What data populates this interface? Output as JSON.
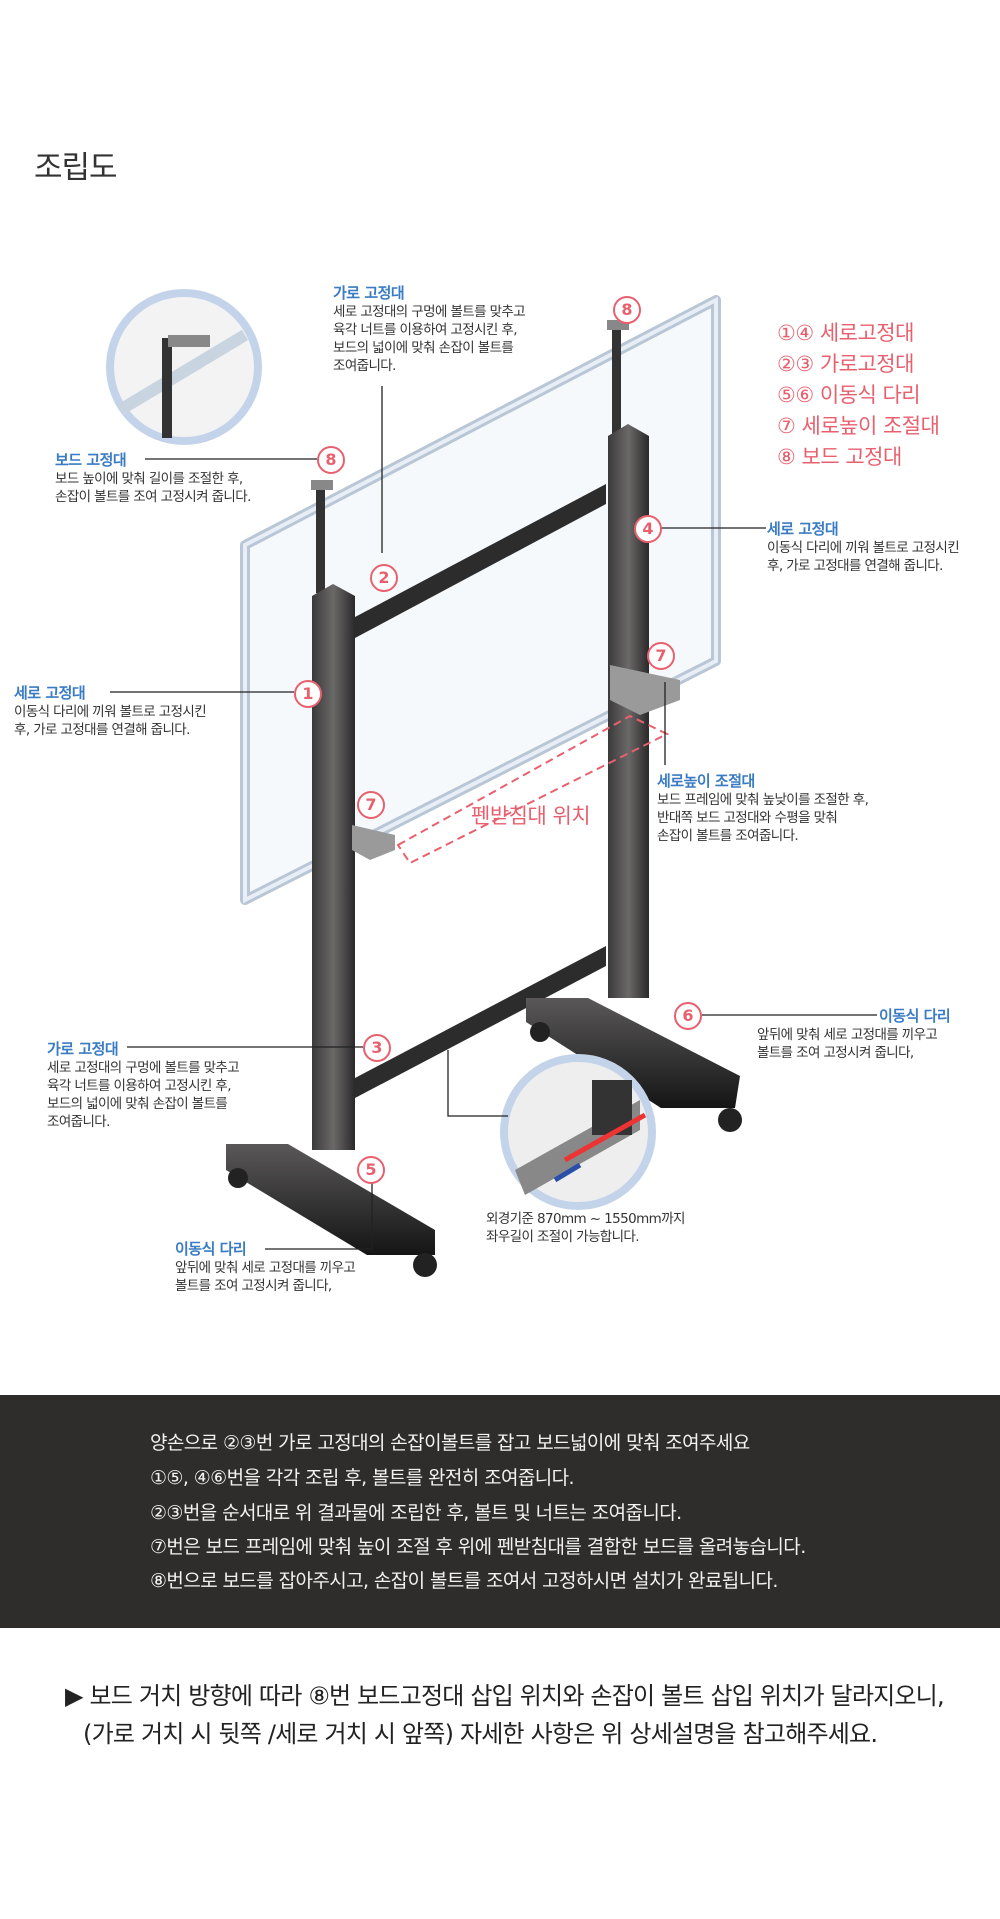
{
  "title": "조립도",
  "legend": [
    "①④ 세로고정대",
    "②③ 가로고정대",
    "⑤⑥ 이동식 다리",
    "⑦ 세로높이 조절대",
    "⑧ 보드 고정대"
  ],
  "numbers": {
    "n8_top": "8",
    "n8_left": "8",
    "n2": "2",
    "n4": "4",
    "n7_right": "7",
    "n1": "1",
    "n7_left": "7",
    "n6": "6",
    "n3": "3",
    "n5": "5"
  },
  "callouts": {
    "horizontal_top": {
      "title": "가로 고정대",
      "lines": [
        "세로 고정대의 구멍에 볼트를 맞추고",
        "육각 너트를 이용하여 고정시킨 후,",
        "보드의 넓이에 맞춰 손잡이 볼트를",
        "조여줍니다."
      ]
    },
    "board_holder": {
      "title": "보드 고정대",
      "lines": [
        "보드 높이에 맞춰 길이를 조절한 후,",
        "손잡이 볼트를 조여 고정시켜 줍니다."
      ]
    },
    "vertical_right": {
      "title": "세로 고정대",
      "lines": [
        "이동식 다리에 끼워 볼트로 고정시킨",
        "후, 가로 고정대를 연결해 줍니다."
      ]
    },
    "vertical_left": {
      "title": "세로 고정대",
      "lines": [
        "이동식 다리에 끼워 볼트로 고정시킨",
        "후, 가로 고정대를 연결해 줍니다."
      ]
    },
    "height_adjuster": {
      "title": "세로높이 조절대",
      "lines": [
        "보드 프레임에 맞춰 높낮이를 조절한 후,",
        "반대쪽 보드 고정대와 수평을 맞춰",
        "손잡이 볼트를 조여줍니다."
      ]
    },
    "horizontal_bottom": {
      "title": "가로 고정대",
      "lines": [
        "세로 고정대의 구멍에 볼트를 맞추고",
        "육각 너트를 이용하여 고정시킨 후,",
        "보드의 넓이에 맞춰 손잡이 볼트를",
        "조여줍니다."
      ]
    },
    "leg_right": {
      "title": "이동식 다리",
      "lines": [
        "앞뒤에 맞춰 세로 고정대를 끼우고",
        "볼트를 조여 고정시켜 줍니다,"
      ]
    },
    "leg_left": {
      "title": "이동식 다리",
      "lines": [
        "앞뒤에 맞춰 세로 고정대를 끼우고",
        "볼트를 조여 고정시켜 줍니다,"
      ]
    },
    "width_range": {
      "lines": [
        "외경기준 870mm ~ 1550mm까지",
        "좌우길이 조절이 가능합니다."
      ]
    }
  },
  "pen_tray_label": "펜받침대 위치",
  "instructions": [
    "양손으로 ②③번 가로 고정대의 손잡이볼트를 잡고 보드넓이에 맞춰 조여주세요",
    "①⑤, ④⑥번을 각각 조립 후, 볼트를 완전히 조여줍니다.",
    "②③번을 순서대로 위 결과물에 조립한 후, 볼트 및 너트는 조여줍니다.",
    "⑦번은 보드 프레임에 맞춰 높이 조절 후 위에 펜받침대를 결합한 보드를 올려놓습니다.",
    "⑧번으로 보드를 잡아주시고, 손잡이 볼트를 조여서 고정하시면 설치가 완료됩니다."
  ],
  "note": [
    "▶ 보드 거치 방향에 따라 ⑧번 보드고정대 삽입 위치와 손잡이 볼트 삽입 위치가 달라지오니,",
    "(가로 거치 시 뒷쪽  /세로 거치 시 앞쪽) 자세한 사항은 위 상세설명을 참고해주세요."
  ],
  "colors": {
    "accent_pink": "#e8606e",
    "label_blue": "#3a7cc4",
    "band": "#2e2d2b"
  }
}
